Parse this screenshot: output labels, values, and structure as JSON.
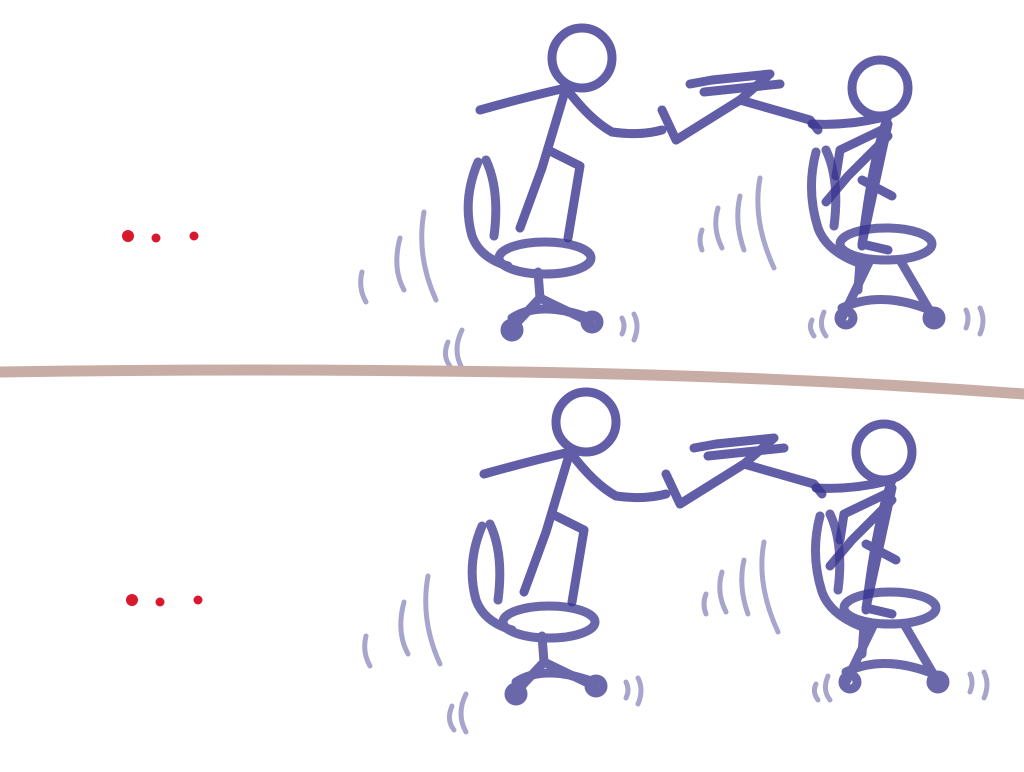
{
  "colors": {
    "background": "#ffffff",
    "ink": "#3a3590",
    "ink_light": "#8b87bd",
    "divider": "#c8ada6",
    "dots": "#d9182d"
  },
  "scenes": [
    {
      "name": "top-scene",
      "ellipsis_dots": 3
    },
    {
      "name": "bottom-scene",
      "ellipsis_dots": 3
    }
  ]
}
